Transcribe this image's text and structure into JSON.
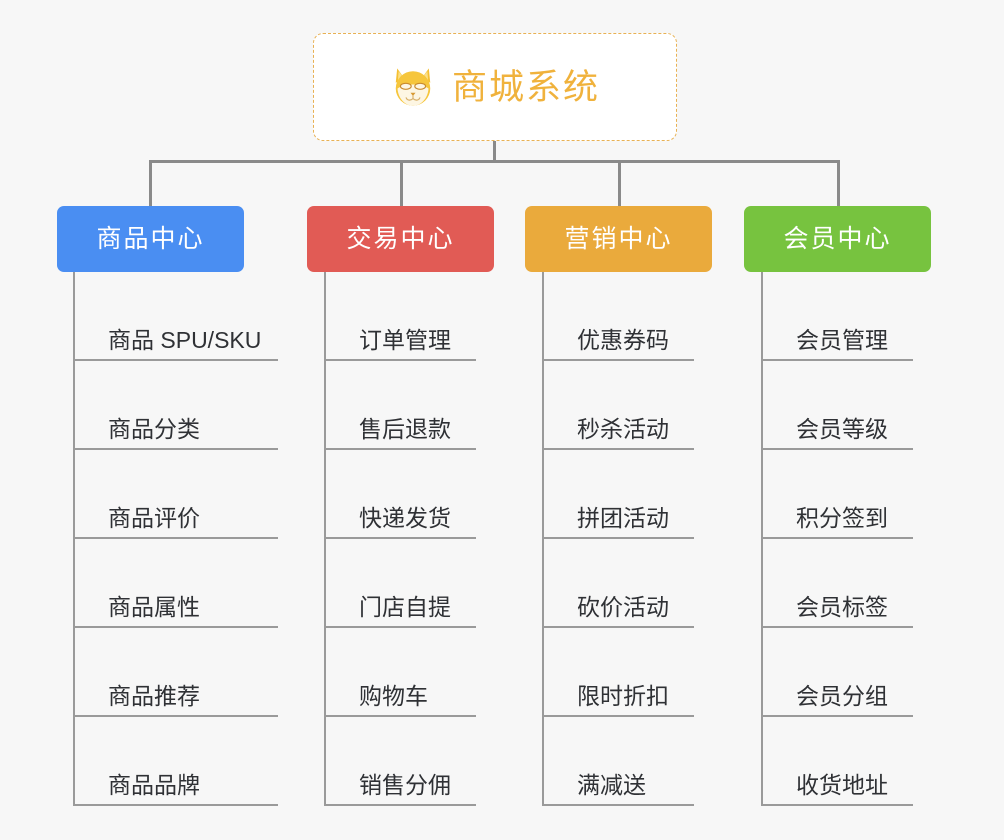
{
  "page": {
    "background_color": "#f7f7f7",
    "line_color": "#8a8a8a"
  },
  "root": {
    "title": "商城系统",
    "icon": "shiba-dog-face-icon",
    "text_color": "#f0b23c",
    "border_color": "#e8b154",
    "background_color": "#ffffff"
  },
  "columns": [
    {
      "id": "product-center",
      "label": "商品中心",
      "color": "#4a8ef2",
      "items": [
        "商品 SPU/SKU",
        "商品分类",
        "商品评价",
        "商品属性",
        "商品推荐",
        "商品品牌"
      ]
    },
    {
      "id": "trade-center",
      "label": "交易中心",
      "color": "#e15b55",
      "items": [
        "订单管理",
        "售后退款",
        "快递发货",
        "门店自提",
        "购物车",
        "销售分佣"
      ]
    },
    {
      "id": "marketing-center",
      "label": "营销中心",
      "color": "#eaaa3c",
      "items": [
        "优惠券码",
        "秒杀活动",
        "拼团活动",
        "砍价活动",
        "限时折扣",
        "满减送"
      ]
    },
    {
      "id": "member-center",
      "label": "会员中心",
      "color": "#77c33f",
      "items": [
        "会员管理",
        "会员等级",
        "积分签到",
        "会员标签",
        "会员分组",
        "收货地址"
      ]
    }
  ]
}
